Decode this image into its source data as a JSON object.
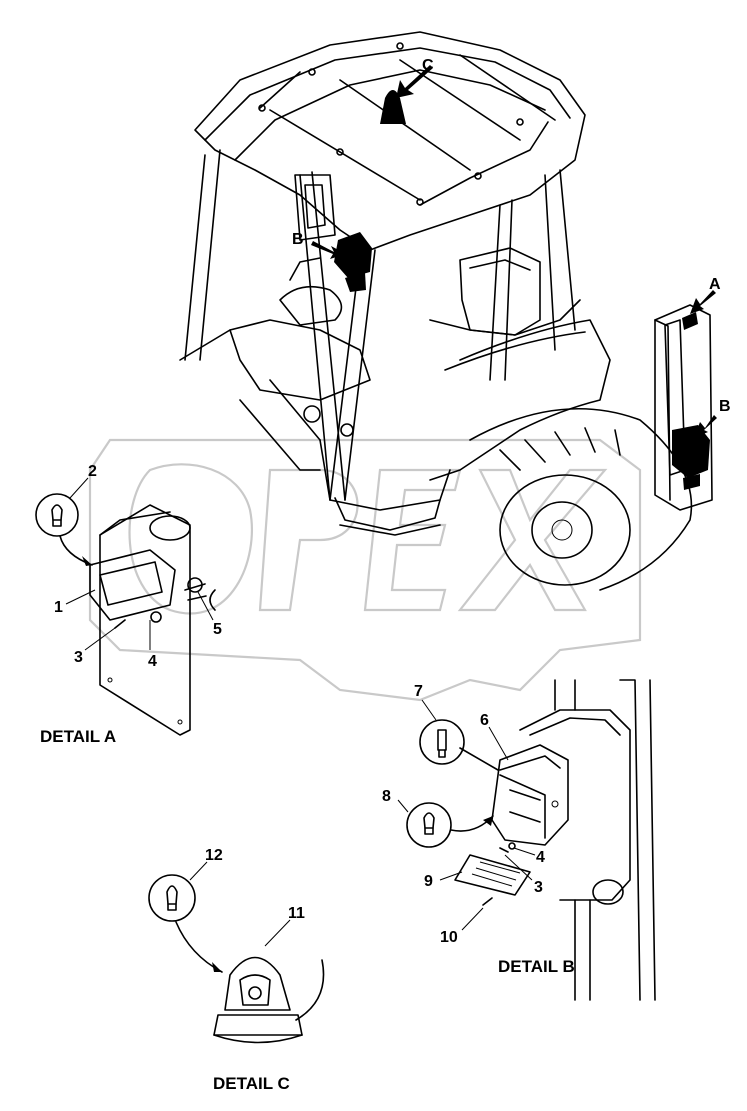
{
  "callouts": {
    "A": "A",
    "B": "B",
    "C": "C"
  },
  "parts": {
    "p1": "1",
    "p2": "2",
    "p3a": "3",
    "p4a": "4",
    "p5": "5",
    "p6": "6",
    "p7": "7",
    "p8": "8",
    "p3b": "3",
    "p4b": "4",
    "p9": "9",
    "p10": "10",
    "p11": "11",
    "p12": "12"
  },
  "details": {
    "a": "DETAIL A",
    "b": "DETAIL B",
    "c": "DETAIL C"
  }
}
